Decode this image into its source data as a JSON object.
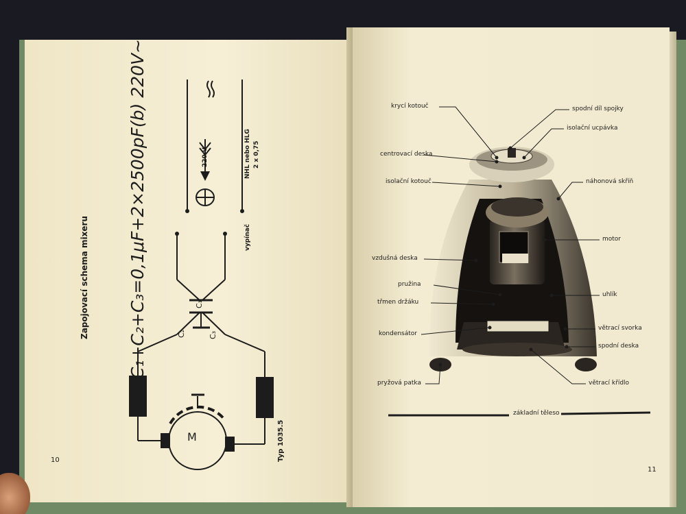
{
  "left_page": {
    "title": "Zapojovací schema mixeru",
    "formula": "C₁+C₂+C₃=0,1μF+2×2500pF(b) 220V~",
    "voltage": "220 V",
    "cable_line1": "NHL nebo HLG",
    "cable_line2": "2 x 0,75",
    "switch_label": "vypínač",
    "cap_c1": "C₁",
    "cap_c2": "C₂",
    "cap_c3": "C₃",
    "type_label": "Typ 1035.5",
    "motor_symbol": "M",
    "page_number": "10"
  },
  "right_page": {
    "labels_left": [
      "krycí kotouč",
      "centrovací deska",
      "isolační kotouč",
      "vzdušná deska",
      "pružina",
      "třmen držáku",
      "kondensátor",
      "pryžová patka"
    ],
    "labels_right": [
      "spodní díl spojky",
      "isolační ucpávka",
      "náhonová skříň",
      "motor",
      "uhlík",
      "větrací svorka",
      "spodní deska",
      "větrací křídlo"
    ],
    "base_label": "základní těleso",
    "page_number": "11"
  },
  "colors": {
    "paper": "#f3ecd3",
    "ink": "#1c1c1c",
    "cover": "#6f8a64"
  }
}
